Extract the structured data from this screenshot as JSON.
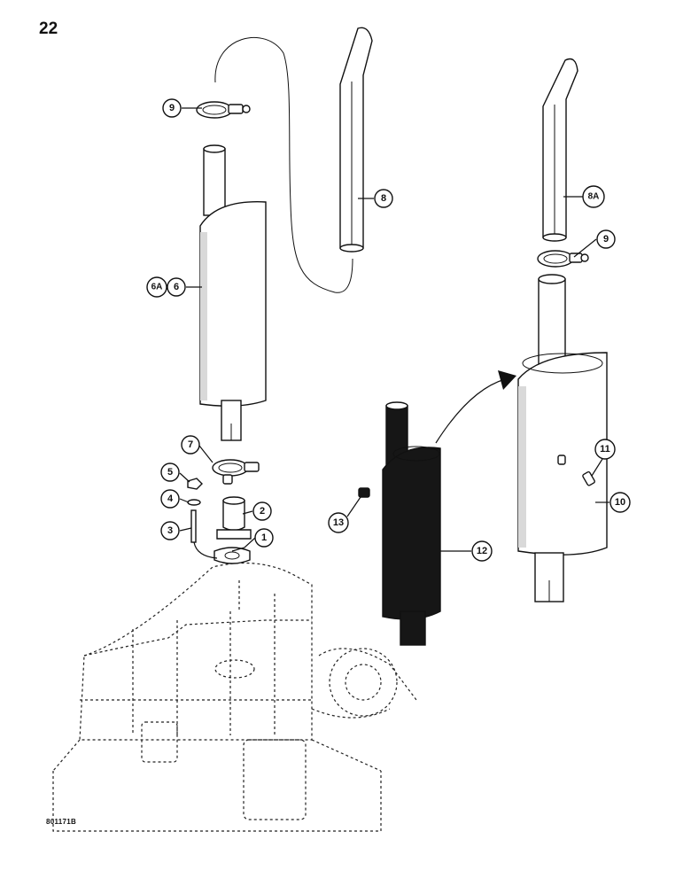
{
  "page": {
    "number": "22",
    "drawing_code": "801171B"
  },
  "callouts": [
    {
      "id": "c1",
      "label": "1"
    },
    {
      "id": "c2",
      "label": "2"
    },
    {
      "id": "c3",
      "label": "3"
    },
    {
      "id": "c4",
      "label": "4"
    },
    {
      "id": "c5",
      "label": "5"
    },
    {
      "id": "c6",
      "label": "6"
    },
    {
      "id": "c6a",
      "label": "6A"
    },
    {
      "id": "c7",
      "label": "7"
    },
    {
      "id": "c8",
      "label": "8"
    },
    {
      "id": "c8a",
      "label": "8A"
    },
    {
      "id": "c9a",
      "label": "9"
    },
    {
      "id": "c9b",
      "label": "9"
    },
    {
      "id": "c10",
      "label": "10"
    },
    {
      "id": "c11",
      "label": "11"
    },
    {
      "id": "c12",
      "label": "12"
    },
    {
      "id": "c13",
      "label": "13"
    }
  ]
}
